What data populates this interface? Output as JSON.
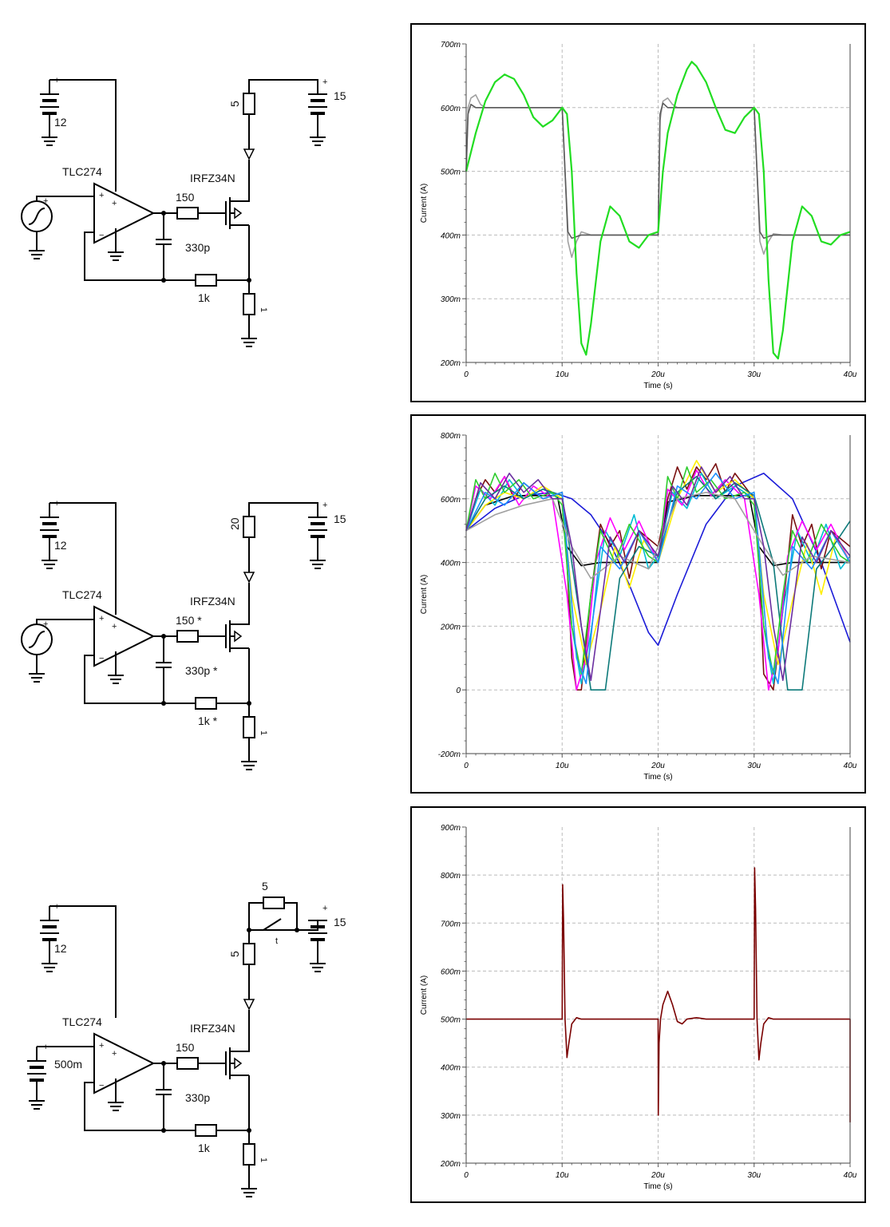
{
  "circuits": [
    {
      "battery_value": "12",
      "opamp_label": "TLC274",
      "mosfet_label": "IRFZ34N",
      "r_gate": "150",
      "cap": "330p",
      "r_fb": "1k",
      "r_load": "5",
      "supply": "15",
      "r_sense": "1",
      "opamp_plus": "+",
      "opamp_minus": "−",
      "source_type": "ramp",
      "source_value": ""
    },
    {
      "battery_value": "12",
      "opamp_label": "TLC274",
      "mosfet_label": "IRFZ34N",
      "r_gate": "150 *",
      "cap": "330p *",
      "r_fb": "1k *",
      "r_load": "20",
      "supply": "15",
      "r_sense": "1",
      "opamp_plus": "+",
      "opamp_minus": "−",
      "source_type": "ramp",
      "source_value": ""
    },
    {
      "battery_value": "12",
      "opamp_label": "TLC274",
      "mosfet_label": "IRFZ34N",
      "r_gate": "150",
      "cap": "330p",
      "r_fb": "1k",
      "r_load": "5",
      "supply": "15",
      "r_sense": "1",
      "opamp_plus": "+",
      "opamp_minus": "−",
      "source_type": "battery",
      "source_value": "500m",
      "switch_resistor": "5",
      "switch_label": "t"
    }
  ],
  "chart_data": [
    {
      "type": "line",
      "xlabel": "Time (s)",
      "ylabel": "Current (A)",
      "x_ticks": [
        "0",
        "10u",
        "20u",
        "30u",
        "40u"
      ],
      "y_ticks": [
        "200m",
        "300m",
        "400m",
        "500m",
        "600m",
        "700m"
      ],
      "xlim": [
        0,
        40
      ],
      "ylim": [
        0.2,
        0.7
      ],
      "grid": true,
      "series": [
        {
          "color": "#a0a0a0",
          "x": [
            0,
            0.2,
            0.5,
            1,
            1.5,
            2,
            3,
            10,
            10.3,
            10.6,
            11,
            11.5,
            12,
            13,
            20,
            20.2,
            20.5,
            21,
            21.5,
            22,
            23,
            30,
            30.3,
            30.6,
            31,
            31.5,
            32,
            33,
            40
          ],
          "y": [
            0.5,
            0.6,
            0.615,
            0.62,
            0.605,
            0.6,
            0.6,
            0.6,
            0.5,
            0.39,
            0.365,
            0.39,
            0.405,
            0.4,
            0.4,
            0.58,
            0.61,
            0.615,
            0.605,
            0.6,
            0.6,
            0.6,
            0.5,
            0.39,
            0.37,
            0.39,
            0.402,
            0.4,
            0.4
          ]
        },
        {
          "color": "#5a5a5a",
          "x": [
            0,
            0.2,
            0.5,
            1,
            2,
            10,
            10.3,
            10.6,
            11,
            12,
            20,
            20.2,
            20.5,
            21,
            22,
            30,
            30.3,
            30.6,
            31,
            32,
            40
          ],
          "y": [
            0.5,
            0.59,
            0.605,
            0.6,
            0.6,
            0.6,
            0.5,
            0.405,
            0.395,
            0.4,
            0.4,
            0.59,
            0.607,
            0.6,
            0.6,
            0.6,
            0.5,
            0.405,
            0.395,
            0.4,
            0.4
          ]
        },
        {
          "color": "#22dd22",
          "x": [
            0,
            1,
            2,
            3,
            4,
            5,
            6,
            7,
            8,
            9,
            10,
            10.5,
            11,
            11.5,
            12,
            12.5,
            13,
            14,
            15,
            16,
            17,
            18,
            19,
            20,
            20.5,
            21,
            22,
            23,
            23.5,
            24,
            25,
            26,
            27,
            28,
            29,
            30,
            30.5,
            31,
            31.5,
            32,
            32.5,
            33,
            34,
            35,
            36,
            37,
            38,
            39,
            40
          ],
          "y": [
            0.5,
            0.56,
            0.61,
            0.64,
            0.652,
            0.645,
            0.62,
            0.585,
            0.57,
            0.58,
            0.6,
            0.59,
            0.5,
            0.34,
            0.23,
            0.212,
            0.26,
            0.39,
            0.445,
            0.43,
            0.39,
            0.38,
            0.4,
            0.405,
            0.5,
            0.56,
            0.62,
            0.66,
            0.672,
            0.665,
            0.64,
            0.6,
            0.565,
            0.56,
            0.585,
            0.6,
            0.59,
            0.5,
            0.33,
            0.215,
            0.206,
            0.25,
            0.39,
            0.445,
            0.43,
            0.39,
            0.385,
            0.4,
            0.405
          ]
        }
      ]
    },
    {
      "type": "line",
      "xlabel": "Time (s)",
      "ylabel": "Current (A)",
      "x_ticks": [
        "0",
        "10u",
        "20u",
        "30u",
        "40u"
      ],
      "y_ticks": [
        "-200m",
        "0",
        "200m",
        "400m",
        "600m",
        "800m"
      ],
      "xlim": [
        0,
        40
      ],
      "ylim": [
        -0.2,
        0.8
      ],
      "grid": true,
      "series": [
        {
          "color": "#1b1bd8",
          "x": [
            0,
            3,
            6,
            9,
            11,
            13,
            15,
            17,
            19,
            20,
            22,
            25,
            28,
            31,
            34,
            37,
            40
          ],
          "y": [
            0.5,
            0.57,
            0.61,
            0.62,
            0.6,
            0.55,
            0.46,
            0.33,
            0.18,
            0.14,
            0.3,
            0.52,
            0.64,
            0.68,
            0.6,
            0.4,
            0.15
          ]
        },
        {
          "color": "#000000",
          "x": [
            0,
            2,
            5,
            9.5,
            10.5,
            12,
            14,
            20,
            21,
            24,
            29.5,
            30.5,
            32,
            34,
            40
          ],
          "y": [
            0.5,
            0.58,
            0.61,
            0.61,
            0.45,
            0.39,
            0.4,
            0.4,
            0.59,
            0.61,
            0.61,
            0.45,
            0.39,
            0.4,
            0.4
          ]
        },
        {
          "color": "#7a1010",
          "x": [
            0,
            1,
            2,
            3,
            4,
            5,
            6,
            8,
            10,
            10.5,
            11,
            11.5,
            12,
            13,
            14,
            15,
            16,
            17,
            18,
            20,
            21,
            22,
            23,
            24,
            25,
            26,
            27,
            28,
            30,
            30.5,
            31,
            32,
            33,
            34,
            35,
            36,
            37,
            38,
            40
          ],
          "y": [
            0.5,
            0.6,
            0.66,
            0.62,
            0.67,
            0.6,
            0.65,
            0.6,
            0.62,
            0.4,
            0.1,
            0.0,
            0.0,
            0.3,
            0.52,
            0.45,
            0.5,
            0.35,
            0.5,
            0.45,
            0.6,
            0.7,
            0.63,
            0.7,
            0.66,
            0.71,
            0.62,
            0.68,
            0.6,
            0.4,
            0.05,
            0.0,
            0.25,
            0.55,
            0.45,
            0.52,
            0.38,
            0.5,
            0.45
          ]
        },
        {
          "color": "#00bcd4",
          "x": [
            0,
            1.5,
            3,
            4.5,
            6,
            8,
            10,
            11,
            12,
            13,
            14.5,
            16,
            17.5,
            19,
            20,
            21.5,
            23,
            24.5,
            26,
            28,
            30,
            31,
            32,
            33,
            34.5,
            36,
            37.5,
            39,
            40
          ],
          "y": [
            0.5,
            0.63,
            0.58,
            0.66,
            0.6,
            0.63,
            0.6,
            0.2,
            0.02,
            0.18,
            0.5,
            0.42,
            0.55,
            0.38,
            0.42,
            0.62,
            0.57,
            0.68,
            0.6,
            0.64,
            0.6,
            0.2,
            0.02,
            0.25,
            0.5,
            0.4,
            0.52,
            0.38,
            0.42
          ]
        },
        {
          "color": "#ff00ff",
          "x": [
            0,
            1,
            2.5,
            4,
            5.5,
            7,
            9,
            10.5,
            11.5,
            12.5,
            13.5,
            15,
            16.5,
            18,
            20,
            21,
            22.5,
            24,
            25.5,
            27,
            29,
            30.5,
            31.5,
            32.5,
            33.5,
            35,
            36.5,
            38,
            40
          ],
          "y": [
            0.5,
            0.64,
            0.6,
            0.67,
            0.58,
            0.64,
            0.6,
            0.3,
            0.0,
            0.1,
            0.4,
            0.54,
            0.44,
            0.53,
            0.4,
            0.63,
            0.58,
            0.69,
            0.61,
            0.66,
            0.6,
            0.3,
            0.0,
            0.12,
            0.42,
            0.53,
            0.44,
            0.52,
            0.4
          ]
        },
        {
          "color": "#ffee00",
          "x": [
            0,
            2,
            4,
            6,
            8,
            10,
            11,
            12.5,
            14,
            15.5,
            17,
            18.5,
            20,
            22,
            24,
            26,
            28,
            30,
            31,
            32.5,
            34,
            35.5,
            37,
            38.5,
            40
          ],
          "y": [
            0.5,
            0.58,
            0.62,
            0.6,
            0.64,
            0.6,
            0.3,
            0.08,
            0.25,
            0.45,
            0.32,
            0.47,
            0.4,
            0.6,
            0.72,
            0.62,
            0.66,
            0.6,
            0.3,
            0.08,
            0.28,
            0.46,
            0.3,
            0.48,
            0.4
          ]
        },
        {
          "color": "#0d7a7a",
          "x": [
            0,
            2,
            4,
            6,
            8,
            10,
            11,
            13,
            14.5,
            16,
            18,
            20,
            22,
            24,
            26,
            28,
            30,
            32,
            33.5,
            35,
            36.5,
            38,
            40
          ],
          "y": [
            0.5,
            0.6,
            0.64,
            0.6,
            0.63,
            0.61,
            0.4,
            0.0,
            0.0,
            0.35,
            0.45,
            0.42,
            0.62,
            0.67,
            0.6,
            0.65,
            0.61,
            0.4,
            0.0,
            0.0,
            0.38,
            0.44,
            0.53
          ]
        },
        {
          "color": "#2ecc2e",
          "x": [
            0,
            1,
            2,
            3,
            4,
            5.5,
            7,
            9,
            10,
            11,
            12,
            13,
            14,
            15.5,
            17,
            19,
            20,
            21,
            22,
            23,
            24,
            25.5,
            27,
            29,
            30,
            31,
            32,
            33,
            34,
            35.5,
            37,
            39,
            40
          ],
          "y": [
            0.5,
            0.66,
            0.6,
            0.68,
            0.62,
            0.66,
            0.6,
            0.62,
            0.58,
            0.2,
            0.05,
            0.3,
            0.5,
            0.4,
            0.52,
            0.42,
            0.4,
            0.67,
            0.6,
            0.7,
            0.62,
            0.66,
            0.6,
            0.62,
            0.58,
            0.2,
            0.05,
            0.3,
            0.5,
            0.4,
            0.52,
            0.42,
            0.4
          ]
        },
        {
          "color": "#1e90ff",
          "x": [
            0,
            2,
            4,
            6,
            8,
            10,
            11.5,
            12.5,
            14,
            16,
            18,
            20,
            22,
            24,
            26,
            28,
            30,
            31.5,
            32.5,
            34,
            36,
            38,
            40
          ],
          "y": [
            0.5,
            0.62,
            0.58,
            0.65,
            0.6,
            0.62,
            0.1,
            0.02,
            0.45,
            0.38,
            0.5,
            0.4,
            0.64,
            0.6,
            0.68,
            0.6,
            0.62,
            0.1,
            0.02,
            0.45,
            0.38,
            0.5,
            0.4
          ]
        },
        {
          "color": "#a0a0a0",
          "x": [
            0,
            3,
            6,
            9,
            11,
            13,
            16,
            19,
            20,
            22,
            25,
            28,
            31,
            33,
            36,
            40
          ],
          "y": [
            0.5,
            0.55,
            0.58,
            0.6,
            0.45,
            0.35,
            0.42,
            0.38,
            0.45,
            0.6,
            0.62,
            0.6,
            0.45,
            0.36,
            0.42,
            0.4
          ]
        },
        {
          "color": "#6a2ea0",
          "x": [
            0,
            1.5,
            3,
            4.5,
            6,
            7.5,
            9,
            10,
            11,
            12,
            13,
            14,
            15,
            16.5,
            18,
            20,
            21.5,
            23,
            24.5,
            26,
            27.5,
            29,
            30,
            31,
            32,
            33,
            34,
            35,
            36.5,
            38,
            40
          ],
          "y": [
            0.5,
            0.65,
            0.6,
            0.68,
            0.62,
            0.66,
            0.6,
            0.6,
            0.45,
            0.2,
            0.03,
            0.25,
            0.48,
            0.4,
            0.5,
            0.42,
            0.64,
            0.58,
            0.7,
            0.62,
            0.67,
            0.6,
            0.6,
            0.45,
            0.2,
            0.03,
            0.25,
            0.48,
            0.4,
            0.5,
            0.42
          ]
        }
      ]
    },
    {
      "type": "line",
      "xlabel": "Time (s)",
      "ylabel": "Current (A)",
      "x_ticks": [
        "0",
        "10u",
        "20u",
        "30u",
        "40u"
      ],
      "y_ticks": [
        "200m",
        "300m",
        "400m",
        "500m",
        "600m",
        "700m",
        "800m",
        "900m"
      ],
      "xlim": [
        0,
        40
      ],
      "ylim": [
        0.2,
        0.9
      ],
      "grid": true,
      "series": [
        {
          "color": "#7a0000",
          "x": [
            0,
            10,
            10.05,
            10.15,
            10.3,
            10.5,
            10.7,
            11,
            11.5,
            12,
            13,
            20,
            20.02,
            20.1,
            20.25,
            20.5,
            21,
            21.5,
            22,
            22.5,
            23,
            24,
            25,
            30,
            30.05,
            30.15,
            30.3,
            30.5,
            30.7,
            31,
            31.5,
            32,
            33,
            40,
            40.0
          ],
          "y": [
            0.5,
            0.5,
            0.78,
            0.7,
            0.5,
            0.42,
            0.45,
            0.49,
            0.503,
            0.5,
            0.5,
            0.5,
            0.3,
            0.45,
            0.5,
            0.53,
            0.558,
            0.53,
            0.495,
            0.49,
            0.5,
            0.503,
            0.5,
            0.5,
            0.815,
            0.73,
            0.5,
            0.415,
            0.45,
            0.49,
            0.503,
            0.5,
            0.5,
            0.5,
            0.285
          ]
        }
      ]
    }
  ]
}
